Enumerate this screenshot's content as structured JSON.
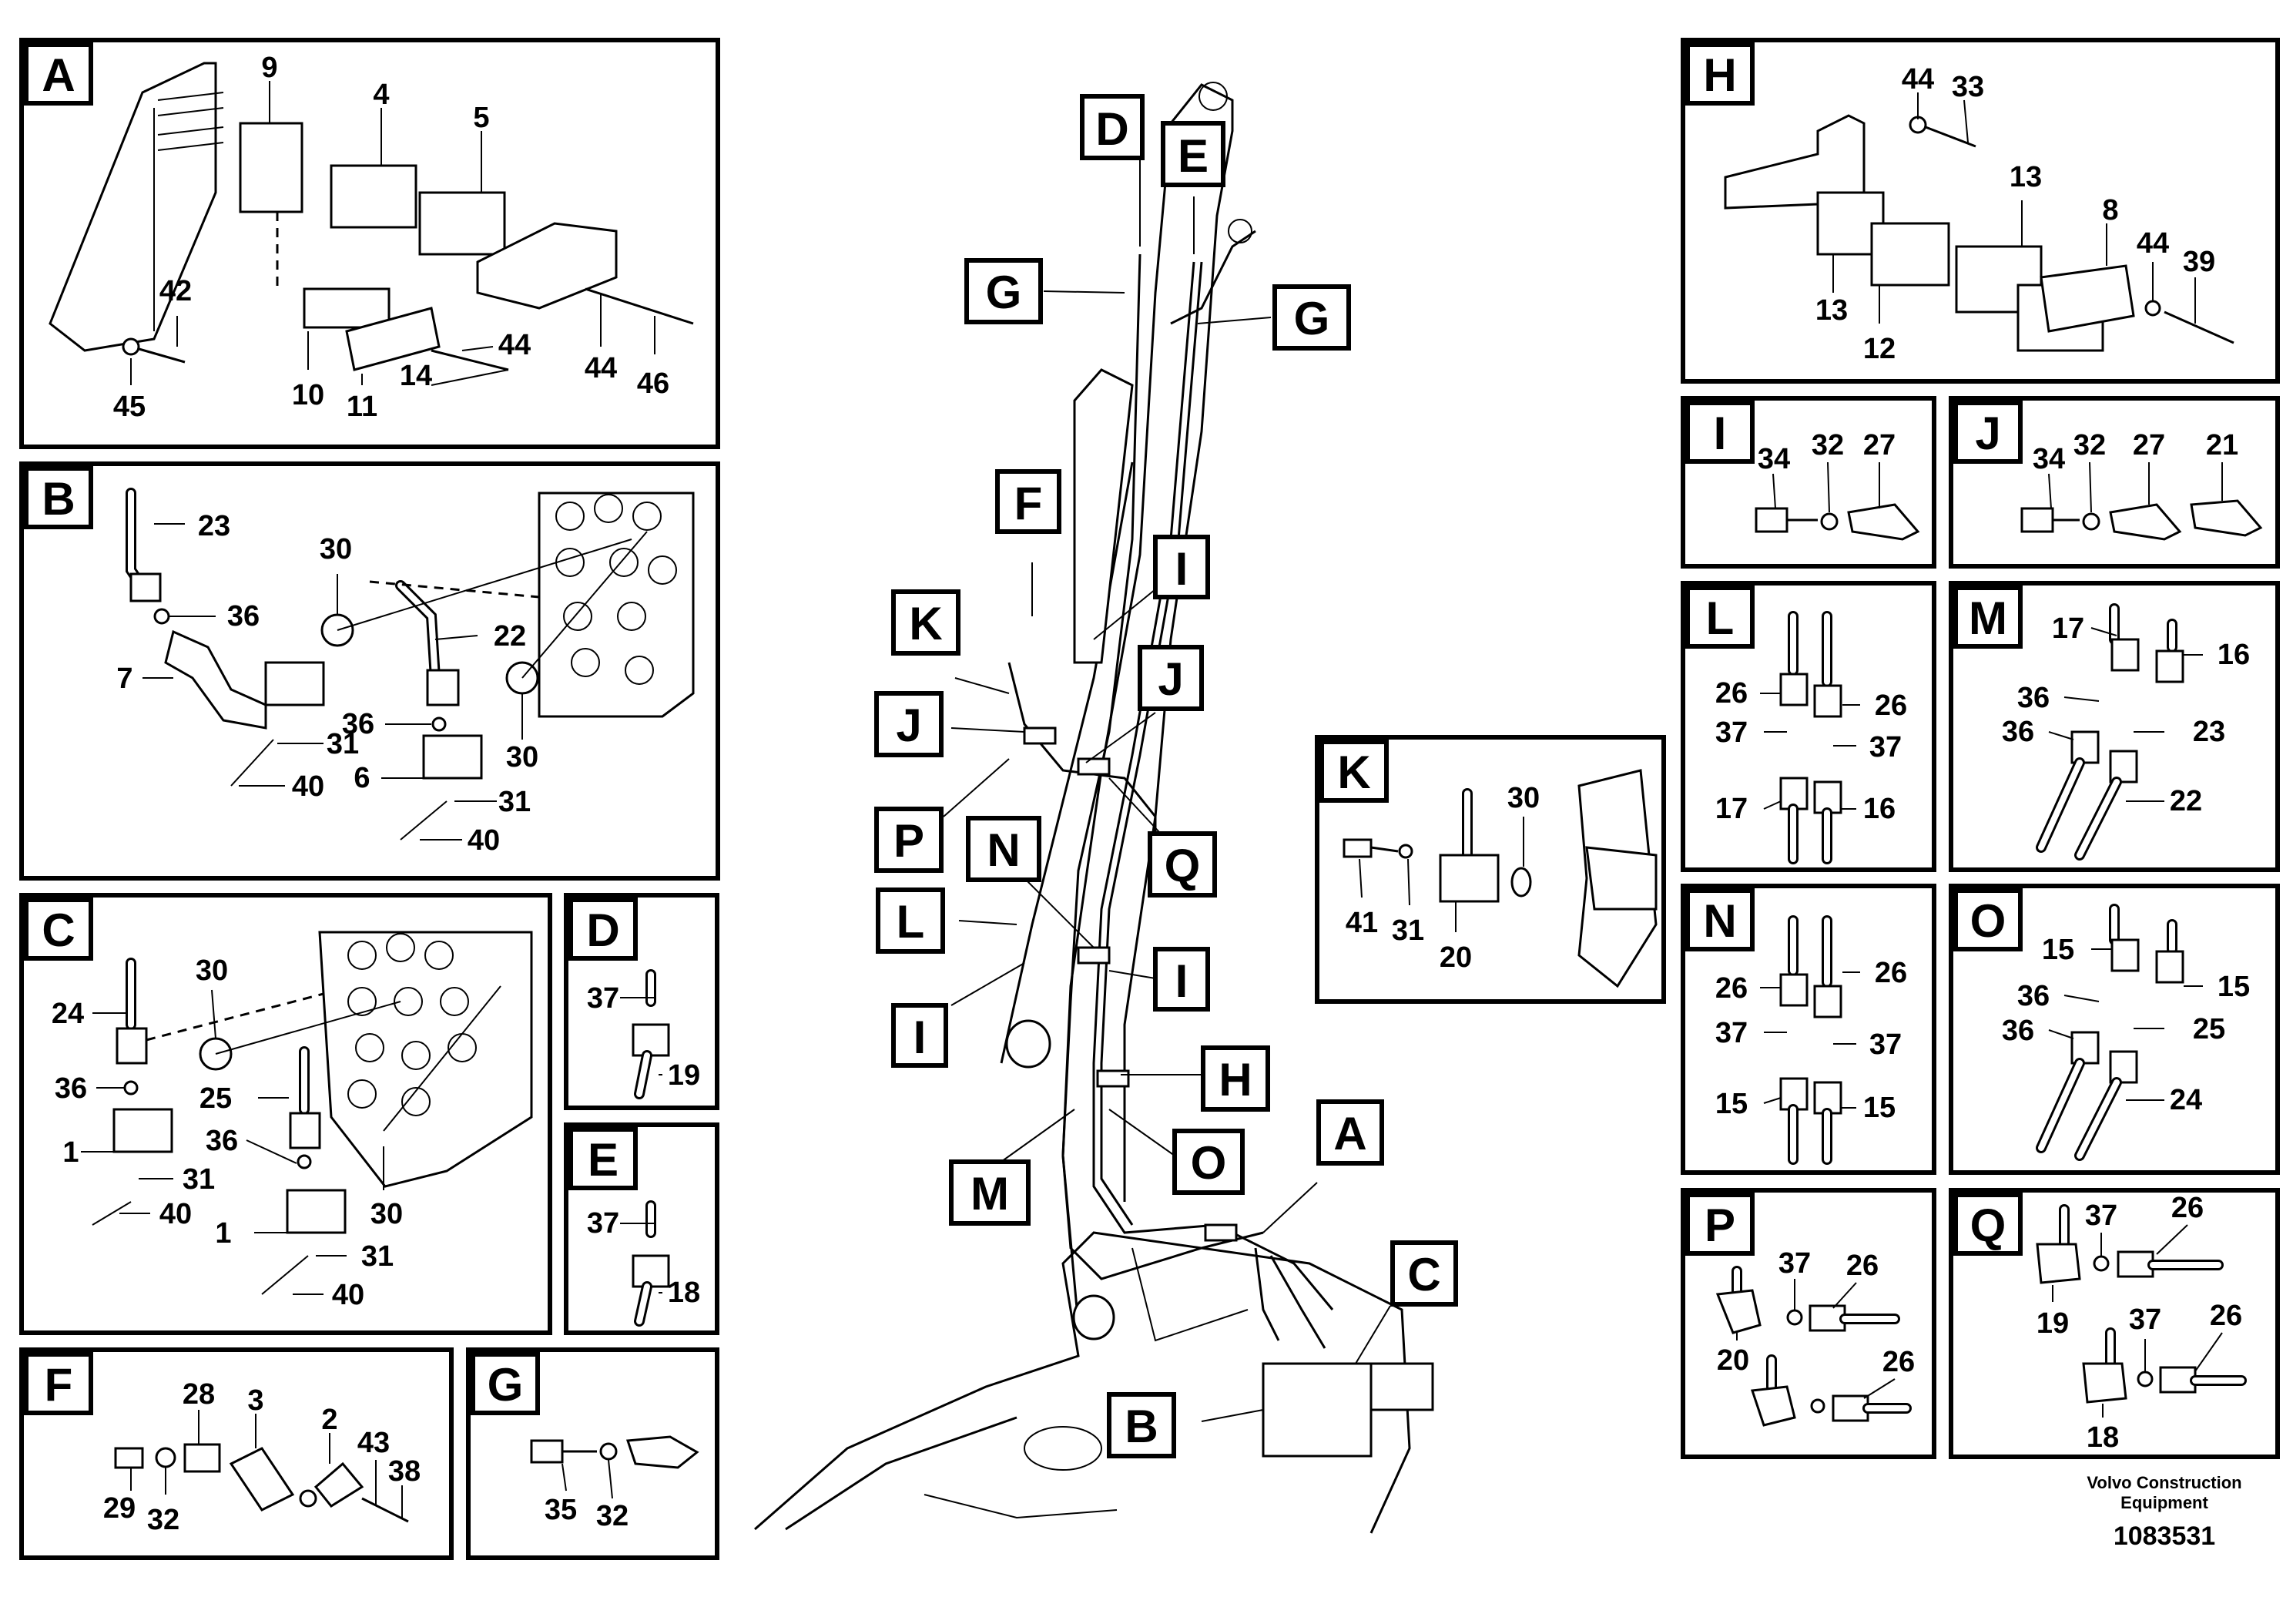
{
  "footer": {
    "company_line1": "Volvo Construction",
    "company_line2": "Equipment",
    "drawing_number": "1083531"
  },
  "panels": {
    "A": {
      "tag": "A",
      "callouts": [
        "9",
        "4",
        "5",
        "42",
        "45",
        "10",
        "11",
        "14",
        "44",
        "44",
        "46"
      ]
    },
    "B": {
      "tag": "B",
      "callouts": [
        "23",
        "30",
        "36",
        "7",
        "22",
        "36",
        "31",
        "40",
        "6",
        "30",
        "31",
        "40"
      ]
    },
    "C": {
      "tag": "C",
      "callouts": [
        "30",
        "24",
        "36",
        "25",
        "36",
        "1",
        "31",
        "40",
        "30",
        "1",
        "31",
        "40"
      ]
    },
    "D": {
      "tag": "D",
      "callouts": [
        "37",
        "19"
      ]
    },
    "E": {
      "tag": "E",
      "callouts": [
        "37",
        "18"
      ]
    },
    "F": {
      "tag": "F",
      "callouts": [
        "28",
        "3",
        "2",
        "43",
        "38",
        "29",
        "32"
      ]
    },
    "G": {
      "tag": "G",
      "callouts": [
        "35",
        "32"
      ]
    },
    "H": {
      "tag": "H",
      "callouts": [
        "44",
        "33",
        "13",
        "8",
        "44",
        "39",
        "13",
        "12"
      ]
    },
    "I": {
      "tag": "I",
      "callouts": [
        "34",
        "32",
        "27"
      ]
    },
    "J": {
      "tag": "J",
      "callouts": [
        "34",
        "32",
        "27",
        "21"
      ]
    },
    "K": {
      "tag": "K",
      "callouts": [
        "30",
        "41",
        "31",
        "20"
      ]
    },
    "L": {
      "tag": "L",
      "callouts": [
        "26",
        "26",
        "37",
        "37",
        "17",
        "16"
      ]
    },
    "M": {
      "tag": "M",
      "callouts": [
        "17",
        "16",
        "36",
        "23",
        "36",
        "22"
      ]
    },
    "N": {
      "tag": "N",
      "callouts": [
        "26",
        "26",
        "37",
        "37",
        "15",
        "15"
      ]
    },
    "O": {
      "tag": "O",
      "callouts": [
        "15",
        "15",
        "36",
        "25",
        "36",
        "24"
      ]
    },
    "P": {
      "tag": "P",
      "callouts": [
        "37",
        "26",
        "20",
        "26"
      ]
    },
    "Q": {
      "tag": "Q",
      "callouts": [
        "37",
        "26",
        "19",
        "37",
        "26",
        "18"
      ]
    }
  },
  "main_view_tags": [
    "D",
    "E",
    "G",
    "G",
    "F",
    "I",
    "K",
    "J",
    "J",
    "P",
    "Q",
    "N",
    "L",
    "I",
    "I",
    "H",
    "M",
    "O",
    "A",
    "C",
    "B"
  ]
}
